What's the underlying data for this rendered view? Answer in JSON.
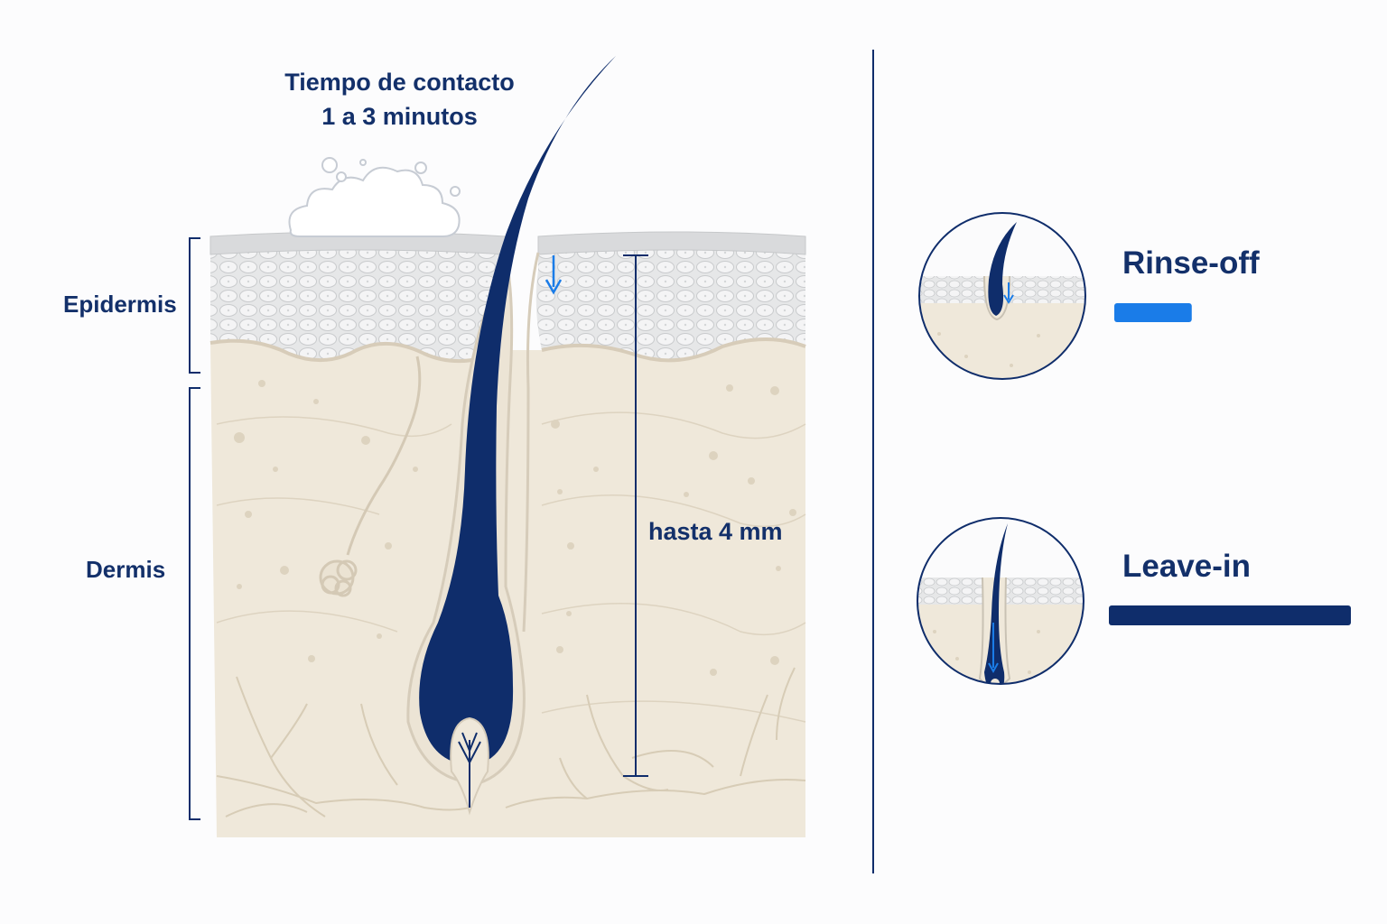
{
  "contact_time": {
    "line1": "Tiempo de contacto",
    "line2": "1 a 3 minutos"
  },
  "layers": {
    "epidermis": "Epidermis",
    "dermis": "Dermis"
  },
  "depth_label": "hasta 4 mm",
  "comparison": {
    "rinse_off": {
      "label": "Rinse-off",
      "contact_fraction": 0.32,
      "color": "#1a7ce8"
    },
    "leave_in": {
      "label": "Leave-in",
      "contact_fraction": 1.0,
      "color": "#0f2d6b"
    }
  },
  "colors": {
    "navy": "#0f2d6b",
    "accent_blue": "#1a7ce8",
    "dermis": "#efe8da",
    "epidermis": "#e4e5e6"
  }
}
